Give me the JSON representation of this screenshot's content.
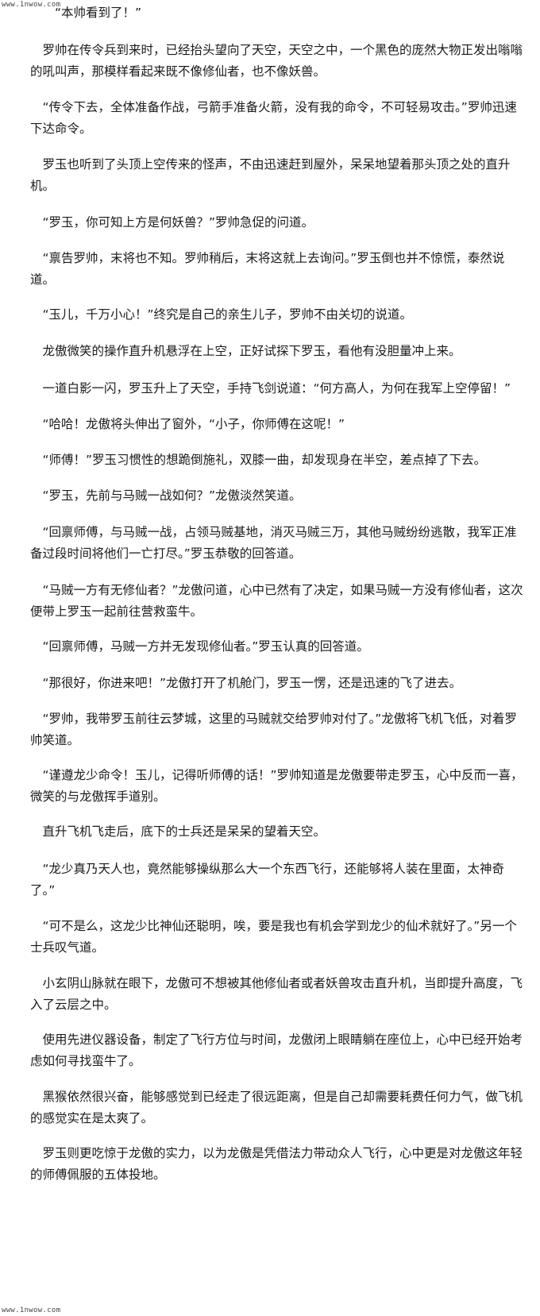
{
  "site": {
    "url_top": "www.1nwow.com",
    "url_bottom": "www.1nwow.com"
  },
  "paragraphs": [
    "“本帅看到了！”",
    "罗帅在传令兵到来时，已经抬头望向了天空，天空之中，一个黑色的庞然大物正发出嗡嗡的吼叫声，那模样看起来既不像修仙者，也不像妖兽。",
    "“传令下去，全体准备作战，弓箭手准备火箭，没有我的命令，不可轻易攻击。”罗帅迅速下达命令。",
    "罗玉也听到了头顶上空传来的怪声，不由迅速赶到屋外，呆呆地望着那头顶之处的直升机。",
    "“罗玉，你可知上方是何妖兽？”罗帅急促的问道。",
    "“禀告罗帅，末将也不知。罗帅稍后，末将这就上去询问。”罗玉倒也并不惊慌，泰然说道。",
    "“玉儿，千万小心！”终究是自己的亲生儿子，罗帅不由关切的说道。",
    "龙傲微笑的操作直升机悬浮在上空，正好试探下罗玉，看他有没胆量冲上来。",
    "一道白影一闪，罗玉升上了天空，手持飞剑说道：“何方高人，为何在我军上空停留！”",
    "“哈哈！龙傲将头伸出了窗外，“小子，你师傅在这呢！”",
    "“师傅！”罗玉习惯性的想跪倒施礼，双膝一曲，却发现身在半空，差点掉了下去。",
    "“罗玉，先前与马贼一战如何？”龙傲淡然笑道。",
    "“回禀师傅，与马贼一战，占领马贼基地，消灭马贼三万，其他马贼纷纷逃散，我军正准备过段时间将他们一亡打尽。”罗玉恭敬的回答道。",
    "“马贼一方有无修仙者？”龙傲问道，心中已然有了决定，如果马贼一方没有修仙者，这次便带上罗玉一起前往营救蛮牛。",
    "“回禀师傅，马贼一方并无发现修仙者。”罗玉认真的回答道。",
    "“那很好，你进来吧！”龙傲打开了机舱门，罗玉一愣，还是迅速的飞了进去。",
    "“罗帅，我带罗玉前往云梦城，这里的马贼就交给罗帅对付了。”龙傲将飞机飞低，对着罗帅笑道。",
    "“谨遵龙少命令！玉儿，记得听师傅的话！”罗帅知道是龙傲要带走罗玉，心中反而一喜，微笑的与龙傲挥手道别。",
    "直升飞机飞走后，底下的士兵还是呆呆的望着天空。",
    "“龙少真乃天人也，竟然能够操纵那么大一个东西飞行，还能够将人装在里面，太神奇了。”",
    "“可不是么，这龙少比神仙还聪明，唉，要是我也有机会学到龙少的仙术就好了。”另一个士兵叹气道。",
    "小玄阴山脉就在眼下，龙傲可不想被其他修仙者或者妖兽攻击直升机，当即提升高度，飞入了云层之中。",
    "使用先进仪器设备，制定了飞行方位与时间，龙傲闭上眼睛躺在座位上，心中已经开始考虑如何寻找蛮牛了。",
    "黑猴依然很兴奋，能够感觉到已经走了很远距离，但是自己却需要耗费任何力气，做飞机的感觉实在是太爽了。",
    "罗玉则更吃惊于龙傲的实力，以为龙傲是凭借法力带动众人飞行，心中更是对龙傲这年轻的师傅佩服的五体投地。"
  ]
}
